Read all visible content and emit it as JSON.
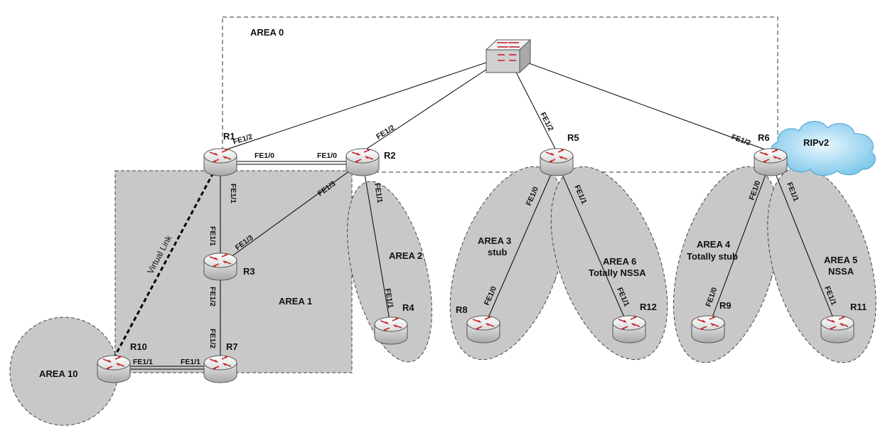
{
  "areas": {
    "area0": "AREA 0",
    "area1": "AREA 1",
    "area2": "AREA 2",
    "area3": {
      "line1": "AREA 3",
      "line2": "stub"
    },
    "area4": {
      "line1": "AREA 4",
      "line2": "Totally stub"
    },
    "area5": {
      "line1": "AREA 5",
      "line2": "NSSA"
    },
    "area6": {
      "line1": "AREA 6",
      "line2": "Totally NSSA"
    },
    "area10": "AREA 10"
  },
  "cloud": {
    "label": "RIPv2"
  },
  "virtual_link": {
    "label": "Virtual Link"
  },
  "routers": {
    "r1": "R1",
    "r2": "R2",
    "r3": "R3",
    "r4": "R4",
    "r5": "R5",
    "r6": "R6",
    "r7": "R7",
    "r8": "R8",
    "r9": "R9",
    "r10": "R10",
    "r11": "R11",
    "r12": "R12"
  },
  "interfaces": {
    "r1_sw": "FE1/2",
    "r1_r2": "FE1/0",
    "r2_r1": "FE1/0",
    "r2_sw": "FE1/2",
    "r1_r3": "FE1/1",
    "r3_r1": "FE1/1",
    "r2_r3": "FE1/3",
    "r3_r2": "FE1/3",
    "r2_r4": "FE1/1",
    "r4_r2": "FE1/1",
    "r3_r7": "FE1/2",
    "r7_r3": "FE1/2",
    "r7_r10": "FE1/1",
    "r10_r7": "FE1/1",
    "r5_sw": "FE1/2",
    "r5_r8": "FE1/0",
    "r8_r5": "FE1/0",
    "r5_r12": "FE1/1",
    "r12_r5": "FE1/1",
    "r6_sw": "FE1/2",
    "r6_r9": "FE1/0",
    "r9_r6": "FE1/0",
    "r6_r11": "FE1/1",
    "r11_r6": "FE1/1"
  },
  "colors": {
    "area_fill": "#c8c8c8",
    "router_arrow": "#c0282d",
    "cloud": "#8fcfee",
    "line": "#000000"
  },
  "icons": {
    "router": "router-icon",
    "switch": "switch-icon",
    "cloud": "cloud-icon"
  }
}
